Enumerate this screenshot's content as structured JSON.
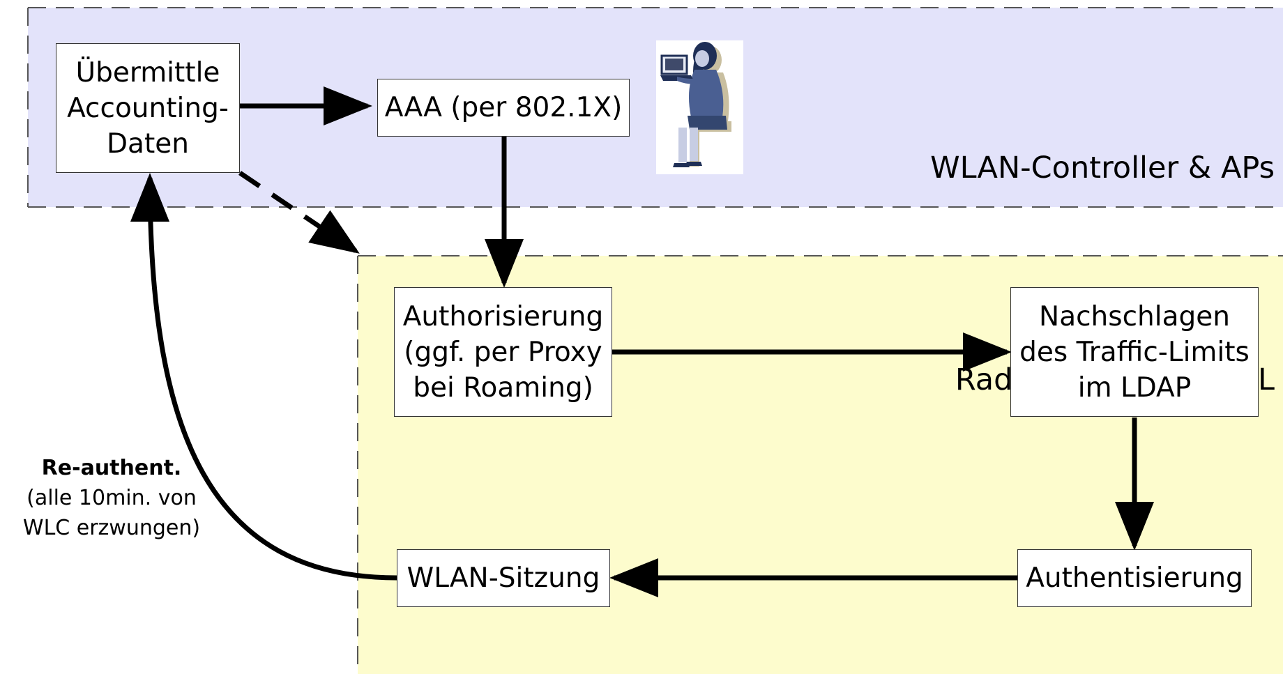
{
  "regions": {
    "wlan": {
      "label": "WLAN-Controller & APs",
      "color": "#e3e3fa"
    },
    "radius": {
      "label": "Radius, LDAP, MySQL",
      "color": "#fdfccd"
    }
  },
  "nodes": {
    "accounting": "Übermittle\nAccounting-\nDaten",
    "aaa": "AAA (per 802.1X)",
    "authorization": "Authorisierung\n(ggf. per Proxy\nbei Roaming)",
    "ldap_lookup": "Nachschlagen\ndes Traffic-Limits\nim LDAP",
    "authentication": "Authentisierung",
    "wlan_session": "WLAN-Sitzung"
  },
  "edge_labels": {
    "reauth_title": "Re-authent.",
    "reauth_detail": "(alle 10min. von\nWLC erzwungen)"
  },
  "icons": {
    "person": "person-with-laptop-icon"
  }
}
